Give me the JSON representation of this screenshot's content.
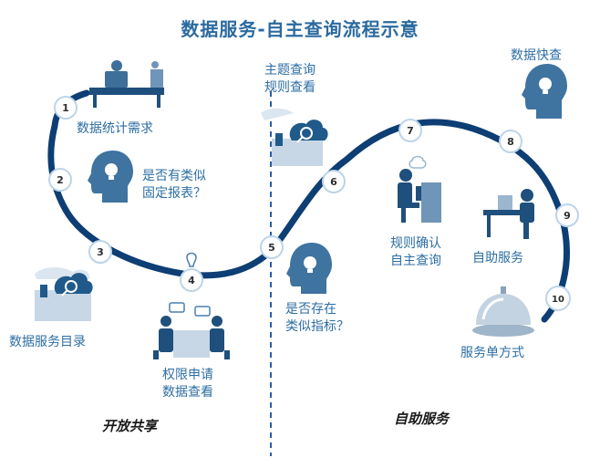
{
  "title": "数据服务-自主查询流程示意",
  "phases": {
    "left": "开放共享",
    "right": "自助服务"
  },
  "steps": [
    {
      "num": "1",
      "line1": "数据统计需求",
      "line2": ""
    },
    {
      "num": "2",
      "line1": "是否有类似",
      "line2": "固定报表？"
    },
    {
      "num": "3",
      "line1": "数据服务目录",
      "line2": ""
    },
    {
      "num": "4",
      "line1": "权限申请",
      "line2": "数据查看"
    },
    {
      "num": "5",
      "line1": "是否存在",
      "line2": "类似指标？"
    },
    {
      "num": "6",
      "line1": "主题查询",
      "line2": "规则查看"
    },
    {
      "num": "7",
      "line1": "规则确认",
      "line2": "自主查询"
    },
    {
      "num": "8",
      "line1": "数据快查",
      "line2": ""
    },
    {
      "num": "9",
      "line1": "自助服务",
      "line2": ""
    },
    {
      "num": "10",
      "line1": "服务单方式",
      "line2": ""
    }
  ],
  "colors": {
    "path": "#0d3e74",
    "text": "#2d6ea3",
    "title": "#2b6a9f",
    "divider": "#2b5da8"
  }
}
